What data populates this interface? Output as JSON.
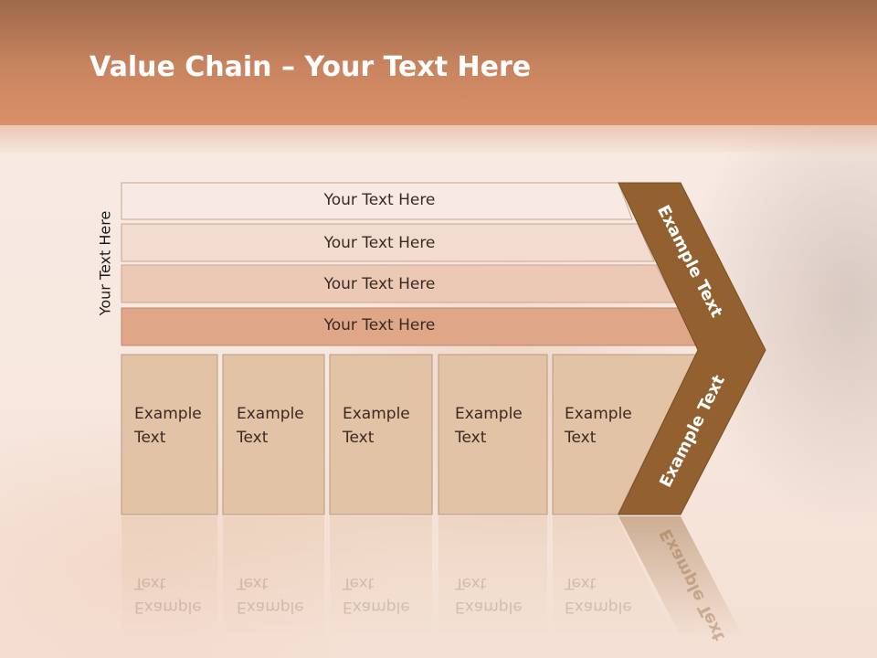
{
  "header": {
    "title_bold": "Value Chain",
    "title_rest": " – Your Text Here"
  },
  "side_label": "Your Text Here",
  "bars": [
    {
      "label": "Your Text Here",
      "color": "#f7eae4"
    },
    {
      "label": "Your Text Here",
      "color": "#f2dccf"
    },
    {
      "label": "Your Text Here",
      "color": "#ecc9b4"
    },
    {
      "label": "Your Text Here",
      "color": "#dfa687"
    }
  ],
  "boxes": [
    {
      "line1": "Example",
      "line2": "Text"
    },
    {
      "line1": "Example",
      "line2": "Text"
    },
    {
      "line1": "Example",
      "line2": "Text"
    },
    {
      "line1": "Example",
      "line2": "Text"
    },
    {
      "line1": "Example",
      "line2": "Text"
    }
  ],
  "arrow": {
    "upper_label": "Example Text",
    "lower_label": "Example Text",
    "color": "#93602f"
  },
  "box_color": "#e2c3a5"
}
